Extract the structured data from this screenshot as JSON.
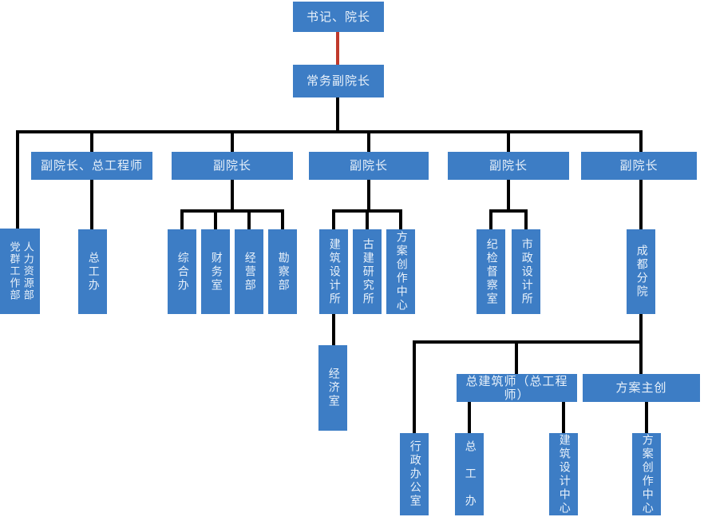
{
  "diagram_type": "org-chart",
  "colors": {
    "node_fill": "#3D7DC5",
    "node_text": "#E8F1FA",
    "connector": "#000000",
    "connector_highlight_red": "#C0392B"
  },
  "org": {
    "president": {
      "label": "书记、院长",
      "children": [
        "exec_vp"
      ]
    },
    "exec_vp": {
      "label": "常务副院长",
      "children": [
        "party_hr",
        "vp_chief_engineer",
        "vp1",
        "vp2",
        "vp3",
        "vp4"
      ]
    },
    "party_hr": {
      "label_left": "党群工作部",
      "label_right": "人力资源部",
      "children": []
    },
    "vp_chief_engineer": {
      "label": "副院长、总工程师",
      "children": [
        "chief_eng_office"
      ]
    },
    "vp1": {
      "label": "副院长",
      "children": [
        "general_office",
        "finance_room",
        "business_dept",
        "survey_dept"
      ]
    },
    "vp2": {
      "label": "副院长",
      "children": [
        "arch_design_institute",
        "ancient_arch_institute",
        "scheme_creation_center"
      ]
    },
    "vp3": {
      "label": "副院长",
      "children": [
        "discipline_office",
        "municipal_design_institute"
      ]
    },
    "vp4": {
      "label": "副院长",
      "children": [
        "chengdu_branch"
      ]
    },
    "chief_eng_office": {
      "label": "总工办",
      "children": []
    },
    "general_office": {
      "label": "综合办",
      "children": []
    },
    "finance_room": {
      "label": "财务室",
      "children": []
    },
    "business_dept": {
      "label": "经营部",
      "children": []
    },
    "survey_dept": {
      "label": "勘察部",
      "children": []
    },
    "arch_design_institute": {
      "label": "建筑设计所",
      "children": [
        "economy_room"
      ]
    },
    "ancient_arch_institute": {
      "label": "古建研究所",
      "children": []
    },
    "scheme_creation_center": {
      "label": "方案创作中心",
      "children": []
    },
    "economy_room": {
      "label": "经济室",
      "children": []
    },
    "discipline_office": {
      "label": "纪检督察室",
      "children": []
    },
    "municipal_design_institute": {
      "label": "市政设计所",
      "children": []
    },
    "chengdu_branch": {
      "label": "成都分院",
      "children": [
        "admin_office",
        "chief_architect",
        "scheme_lead"
      ]
    },
    "chief_architect": {
      "label": "总建筑师（总工程师）",
      "children": [
        "chief_eng_office_chengdu",
        "arch_design_center"
      ]
    },
    "scheme_lead": {
      "label": "方案主创",
      "children": [
        "scheme_creation_center_chengdu"
      ]
    },
    "admin_office": {
      "label": "行政办公室",
      "children": []
    },
    "chief_eng_office_chengdu": {
      "label": "总　工　办",
      "children": []
    },
    "arch_design_center": {
      "label": "建筑设计中心",
      "children": []
    },
    "scheme_creation_center_chengdu": {
      "label": "方案创作中心",
      "children": []
    }
  }
}
